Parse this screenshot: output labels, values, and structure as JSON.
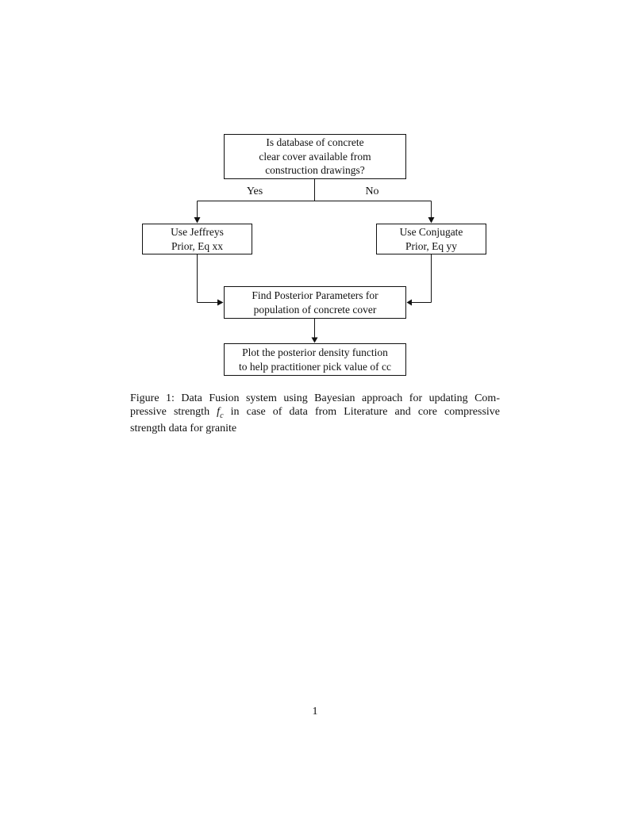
{
  "page": {
    "number": "1",
    "background": "#ffffff",
    "ink": "#111111"
  },
  "flowchart": {
    "nodes": {
      "question": "Is database of concrete\nclear cover available from\nconstruction drawings?",
      "jeffreys": "Use Jeffreys\nPrior, Eq xx",
      "conjugate": "Use Conjugate\nPrior, Eq yy",
      "posterior": "Find Posterior Parameters for\npopulation of concrete cover",
      "plot": "Plot the posterior density function\nto help practitioner pick value of cc"
    },
    "labels": {
      "yes": "Yes",
      "no": "No"
    }
  },
  "caption": {
    "line1": "Figure 1: Data Fusion system using Bayesian approach for updating Com-",
    "line2_pre": "pressive strength ",
    "math_var": "f",
    "math_sub": "c",
    "line2_post": " in case of data from Literature and core compressive",
    "line3": "strength data for granite"
  }
}
